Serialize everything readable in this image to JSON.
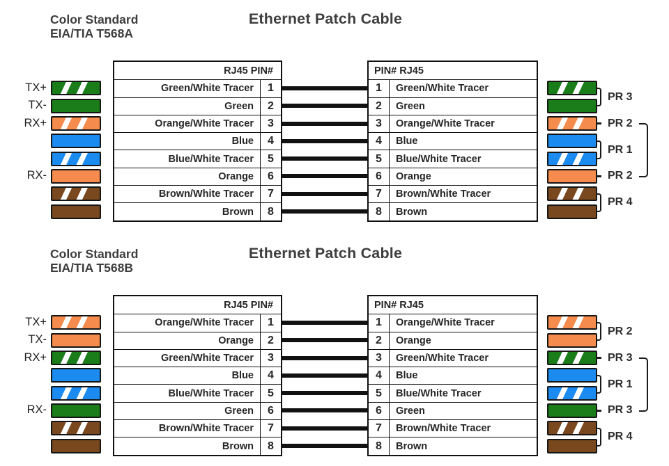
{
  "colors": {
    "green": "#1a7d1a",
    "orange": "#f68b4e",
    "blue": "#1b8bf0",
    "brown": "#7a481f",
    "ink": "#111111",
    "heading_text": "#3e3e3e",
    "table_text": "#262626"
  },
  "diagrams": [
    {
      "id": "t568a",
      "subtitle_line1": "Color Standard",
      "subtitle_line2": "EIA/TIA T568A",
      "title": "Ethernet Patch Cable",
      "left_header": "RJ45 PIN#",
      "right_header": "PIN# RJ45",
      "signal_labels": [
        {
          "row": 0,
          "text": "TX+"
        },
        {
          "row": 1,
          "text": "TX-"
        },
        {
          "row": 2,
          "text": "RX+"
        },
        {
          "row": 5,
          "text": "RX-"
        }
      ],
      "rows": [
        {
          "pin": "1",
          "color_name": "Green/White Tracer",
          "swatch": "green-stripe"
        },
        {
          "pin": "2",
          "color_name": "Green",
          "swatch": "green"
        },
        {
          "pin": "3",
          "color_name": "Orange/White Tracer",
          "swatch": "orange-stripe"
        },
        {
          "pin": "4",
          "color_name": "Blue",
          "swatch": "blue"
        },
        {
          "pin": "5",
          "color_name": "Blue/White Tracer",
          "swatch": "blue-stripe"
        },
        {
          "pin": "6",
          "color_name": "Orange",
          "swatch": "orange"
        },
        {
          "pin": "7",
          "color_name": "Brown/White Tracer",
          "swatch": "brown-stripe"
        },
        {
          "pin": "8",
          "color_name": "Brown",
          "swatch": "brown"
        }
      ],
      "pair_labels": [
        {
          "rows": [
            0,
            1
          ],
          "label": "PR 3"
        },
        {
          "rows": [
            2
          ],
          "label": "PR 2"
        },
        {
          "rows": [
            3,
            4
          ],
          "label": "PR 1"
        },
        {
          "rows": [
            5
          ],
          "label": "PR 2"
        },
        {
          "rows": [
            6,
            7
          ],
          "label": "PR 4"
        }
      ],
      "split_bracket_rows": [
        2,
        5
      ]
    },
    {
      "id": "t568b",
      "subtitle_line1": "Color Standard",
      "subtitle_line2": "EIA/TIA T568B",
      "title": "Ethernet Patch Cable",
      "left_header": "RJ45 PIN#",
      "right_header": "PIN# RJ45",
      "signal_labels": [
        {
          "row": 0,
          "text": "TX+"
        },
        {
          "row": 1,
          "text": "TX-"
        },
        {
          "row": 2,
          "text": "RX+"
        },
        {
          "row": 5,
          "text": "RX-"
        }
      ],
      "rows": [
        {
          "pin": "1",
          "color_name": "Orange/White Tracer",
          "swatch": "orange-stripe"
        },
        {
          "pin": "2",
          "color_name": "Orange",
          "swatch": "orange"
        },
        {
          "pin": "3",
          "color_name": "Green/White Tracer",
          "swatch": "green-stripe"
        },
        {
          "pin": "4",
          "color_name": "Blue",
          "swatch": "blue"
        },
        {
          "pin": "5",
          "color_name": "Blue/White Tracer",
          "swatch": "blue-stripe"
        },
        {
          "pin": "6",
          "color_name": "Green",
          "swatch": "green"
        },
        {
          "pin": "7",
          "color_name": "Brown/White Tracer",
          "swatch": "brown-stripe"
        },
        {
          "pin": "8",
          "color_name": "Brown",
          "swatch": "brown"
        }
      ],
      "pair_labels": [
        {
          "rows": [
            0,
            1
          ],
          "label": "PR 2"
        },
        {
          "rows": [
            2
          ],
          "label": "PR 3"
        },
        {
          "rows": [
            3,
            4
          ],
          "label": "PR 1"
        },
        {
          "rows": [
            5
          ],
          "label": "PR 3"
        },
        {
          "rows": [
            6,
            7
          ],
          "label": "PR 4"
        }
      ],
      "split_bracket_rows": [
        2,
        5
      ]
    }
  ]
}
